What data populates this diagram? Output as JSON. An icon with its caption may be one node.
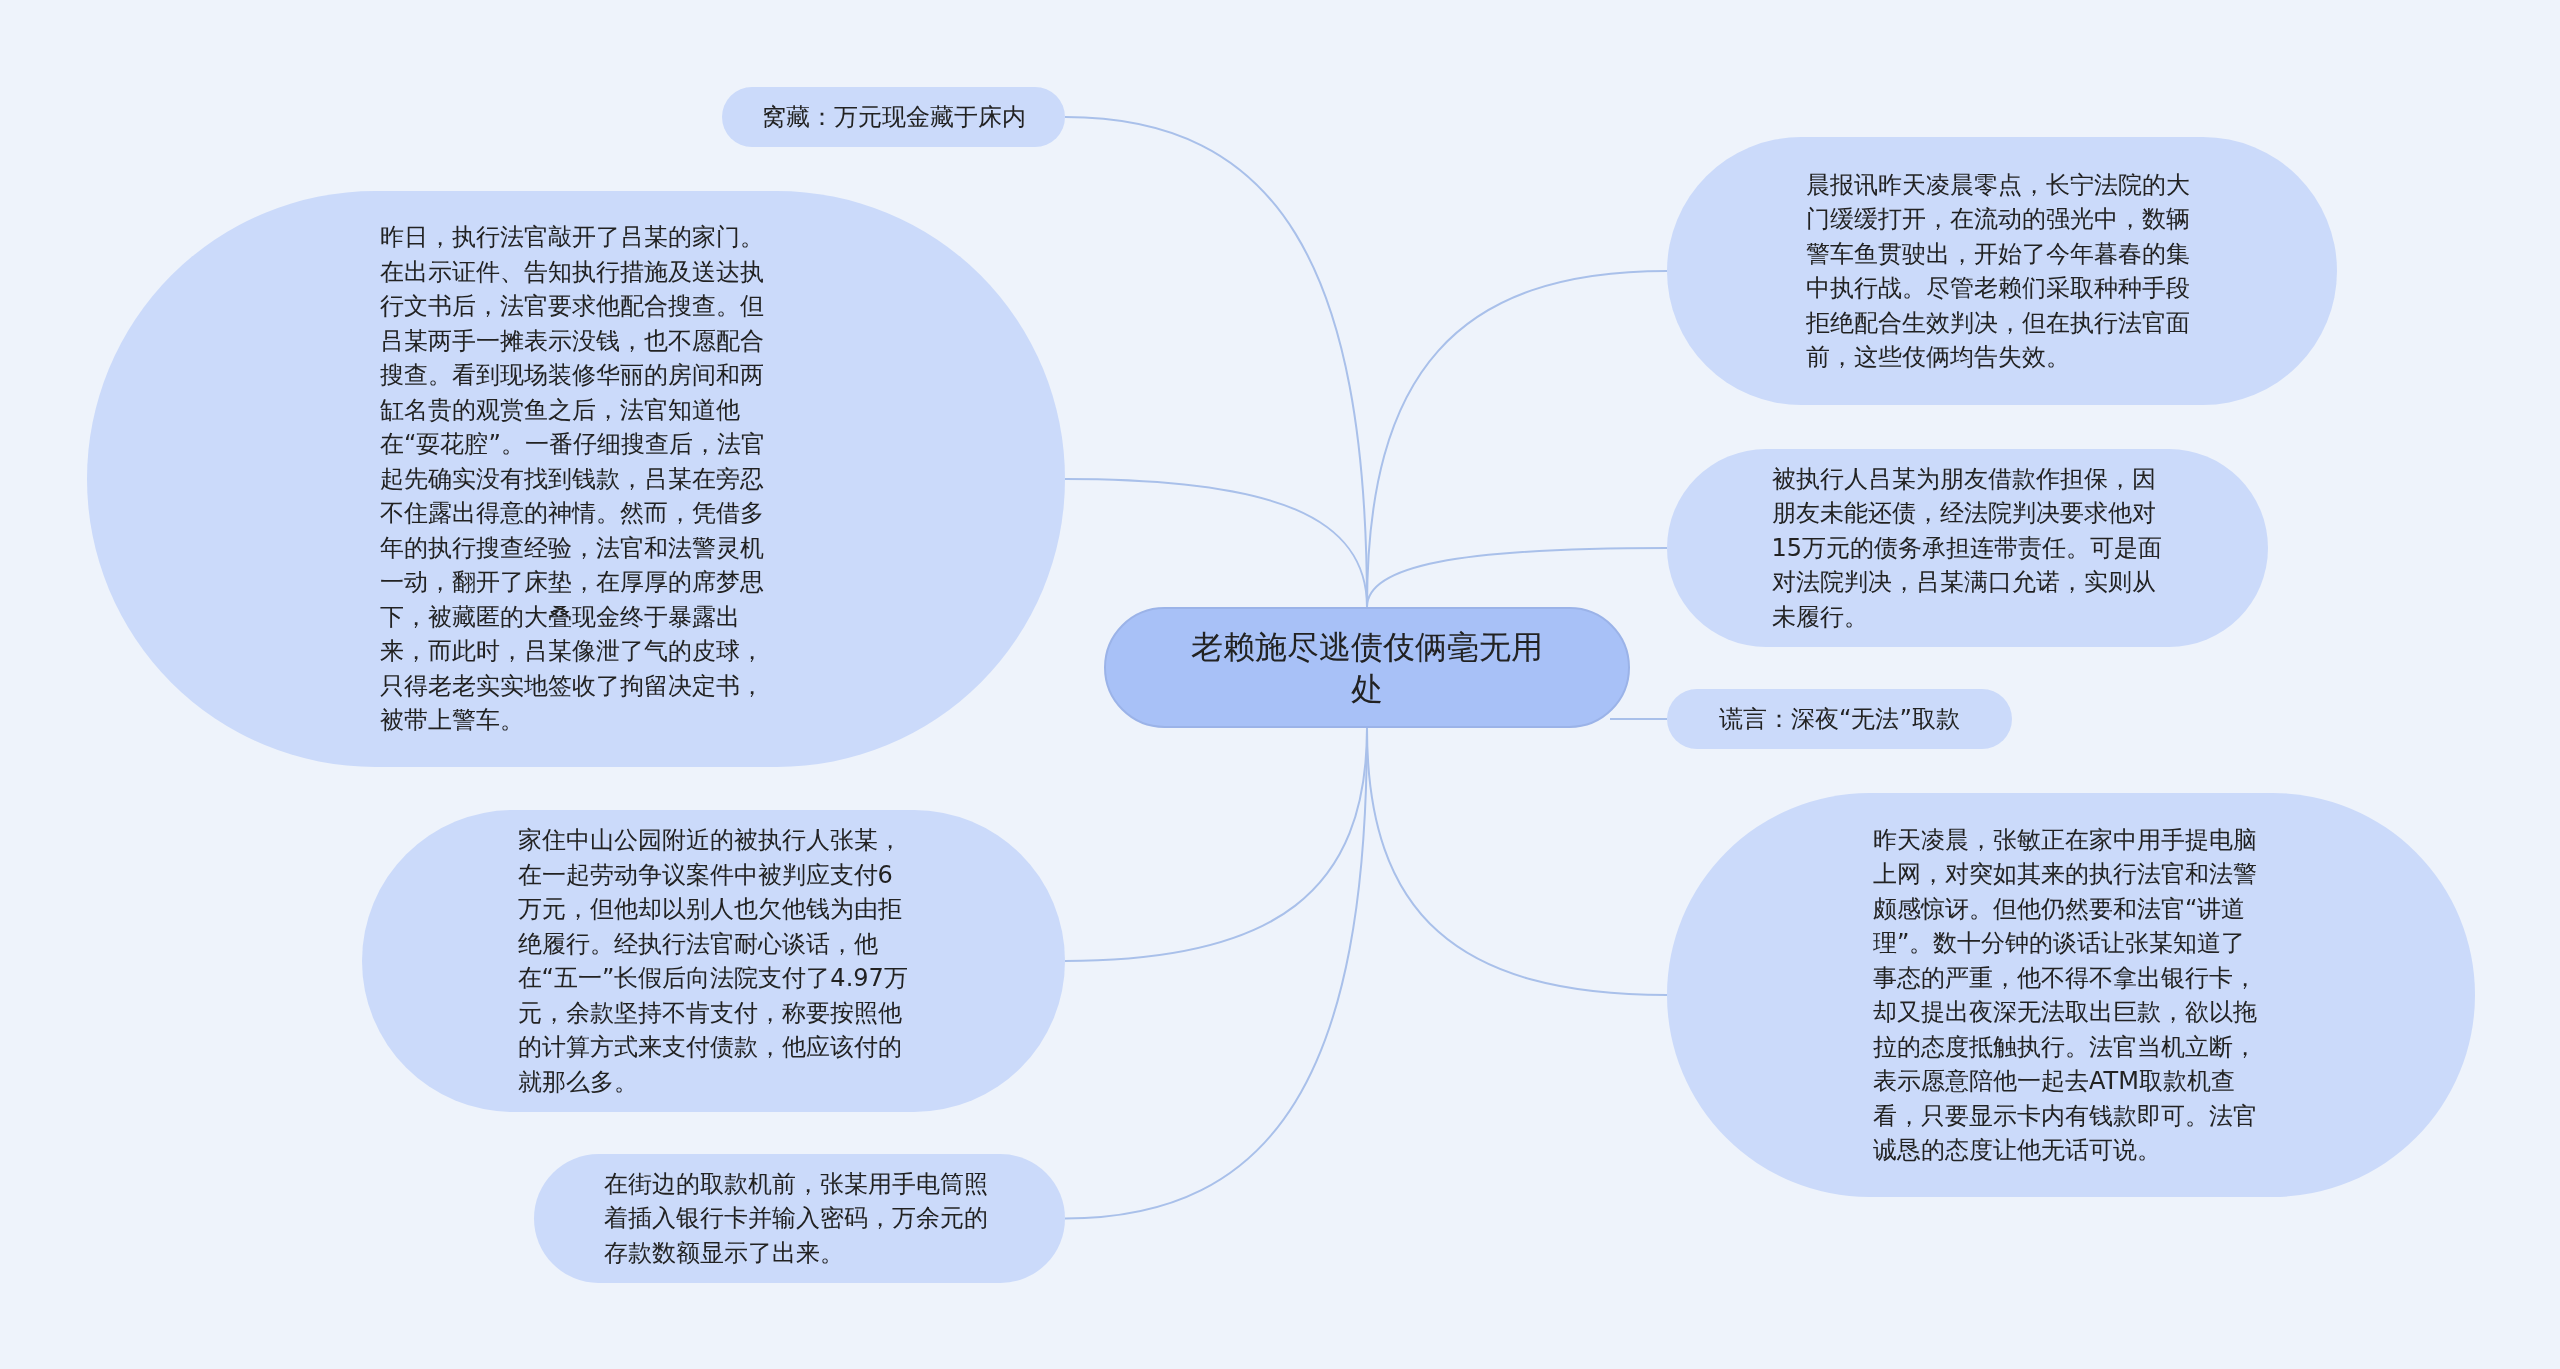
{
  "diagram": {
    "nodes": [
      {
        "text": [
          "老赖施尽逃债伎俩毫无用处"
        ]
      },
      {
        "text": [
          "窝藏：万元现金藏于床内"
        ]
      },
      {
        "text": [
          "昨日，执行法官敲开了吕某的家门。在出示证件、告知执行措施及送达执行文书后，法官要求他配合搜查。但吕某两手一摊表示没钱，也不愿配合搜查。看到现场装修华丽的房间和两缸名贵的观赏鱼之后，法官知道他在“耍花腔”。一番仔细搜查后，法官起先确实没有找到钱款，吕某在旁忍不住露出得意的神情。然而，凭借多年的执行搜查经验，法官和法警灵机一动，翻开了床垫，在厚厚的席梦思下，被藏匿的大叠现金终于暴露出来，而此时，吕某像泄了气的皮球，只得老老实实地签收了拘留决定书，被带上警车。"
        ]
      },
      {
        "text": [
          "家住中山公园附近的被执行人张某，在一起劳动争议案件中被判应支付6万元，但他却以别人也欠他钱为由拒绝履行。经执行法官耐心谈话，他在“五一”长假后向法院支付了4.97万元，余款坚持不肯支付，称要按照他的计算方式来支付债款，他应该付的就那么多。"
        ]
      },
      {
        "text": [
          "在街边的取款机前，张某用手电筒照着插入银行卡并输入密码，万余元的存款数额显示了出来。"
        ]
      },
      {
        "text": [
          "晨报讯昨天凌晨零点，长宁法院的大门缓缓打开，在流动的强光中，数辆警车鱼贯驶出，开始了今年暮春的集中执行战。尽管老赖们采取种种手段拒绝配合生效判决，但在执行法官面前，这些伎俩均告失效。"
        ]
      },
      {
        "text": [
          "被执行人吕某为朋友借款作担保，因朋友未能还债，经法院判决要求他对15万元的债务承担连带责任。可是面对法院判决，吕某满口允诺，实则从未履行。"
        ]
      },
      {
        "text": [
          "谎言：深夜“无法”取款"
        ]
      },
      {
        "text": [
          "昨天凌晨，张敏正在家中用手提电脑上网，对突如其来的执行法官和法警颇感惊讶。但他仍然要和法官“讲道理”。数十分钟的谈话让张某知道了事态的严重，他不得不拿出银行卡，却又提出夜深无法取出巨款，欲以拖拉的态度抵触执行。法官当机立断，表示愿意陪他一起去ATM取款机查看，只要显示卡内有钱款即可。法官诚恳的态度让他无话可说。"
        ]
      }
    ],
    "edges": [
      {
        "from": 0,
        "to": 1,
        "arrow": "none"
      },
      {
        "from": 0,
        "to": 2,
        "arrow": "none"
      },
      {
        "from": 0,
        "to": 3,
        "arrow": "none"
      },
      {
        "from": 0,
        "to": 4,
        "arrow": "none"
      },
      {
        "from": 0,
        "to": 5,
        "arrow": "none"
      },
      {
        "from": 0,
        "to": 6,
        "arrow": "none"
      },
      {
        "from": 0,
        "to": 7,
        "arrow": "none"
      },
      {
        "from": 0,
        "to": 8,
        "arrow": "none"
      }
    ]
  }
}
